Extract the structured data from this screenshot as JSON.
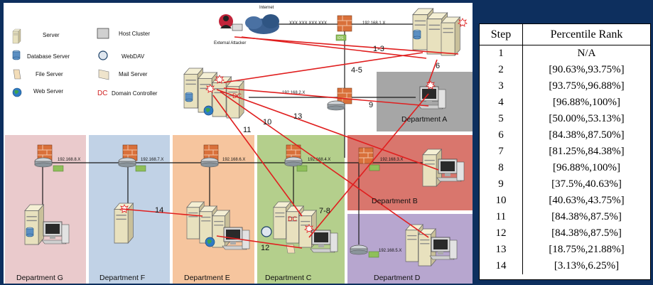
{
  "legend": {
    "server": "Server",
    "database_server": "Database Server",
    "file_server": "File Server",
    "web_server": "Web Server",
    "host_cluster": "Host Cluster",
    "webdav": "WebDAV",
    "mail_server": "Mail Server",
    "dc_abbrev": "DC",
    "domain_controller": "Domain Controller"
  },
  "network": {
    "internet": "Internet",
    "external_attacker": "External Attacker",
    "external_ip": "XXX.XXX.XXX.XXX",
    "dmz_subnet": "192.168.1.X",
    "core_subnet": "192.168.2.X",
    "ids": "IDS",
    "dc_label": "DC"
  },
  "departments": [
    {
      "name": "Department A",
      "subnet": "",
      "color": "#a6a6a6"
    },
    {
      "name": "Department B",
      "subnet": "192.168.3.X",
      "color": "#d9766d"
    },
    {
      "name": "Department C",
      "subnet": "192.168.4.X",
      "color": "#b4cf8c"
    },
    {
      "name": "Department D",
      "subnet": "192.168.5.X",
      "color": "#b7a6cf"
    },
    {
      "name": "Department E",
      "subnet": "192.168.6.X",
      "color": "#f6c59e"
    },
    {
      "name": "Department F",
      "subnet": "192.168.7.X",
      "color": "#c1d2e6"
    },
    {
      "name": "Department G",
      "subnet": "192.168.8.X",
      "color": "#eacacc"
    }
  ],
  "attack_steps": [
    "1-3",
    "4-5",
    "6",
    "7-8",
    "9",
    "10",
    "11",
    "12",
    "13",
    "14"
  ],
  "table": {
    "headers": [
      "Step",
      "Percentile Rank"
    ],
    "rows": [
      [
        "1",
        "N/A"
      ],
      [
        "2",
        "[90.63%,93.75%]"
      ],
      [
        "3",
        "[93.75%,96.88%]"
      ],
      [
        "4",
        "[96.88%,100%]"
      ],
      [
        "5",
        "[50.00%,53.13%]"
      ],
      [
        "6",
        "[84.38%,87.50%]"
      ],
      [
        "7",
        "[81.25%,84.38%]"
      ],
      [
        "8",
        "[96.88%,100%]"
      ],
      [
        "9",
        "[37.5%,40.63%]"
      ],
      [
        "10",
        "[40.63%,43.75%]"
      ],
      [
        "11",
        "[84.38%,87.5%]"
      ],
      [
        "12",
        "[84.38%,87.5%]"
      ],
      [
        "13",
        "[18.75%,21.88%]"
      ],
      [
        "14",
        "[3.13%,6.25%]"
      ]
    ]
  }
}
